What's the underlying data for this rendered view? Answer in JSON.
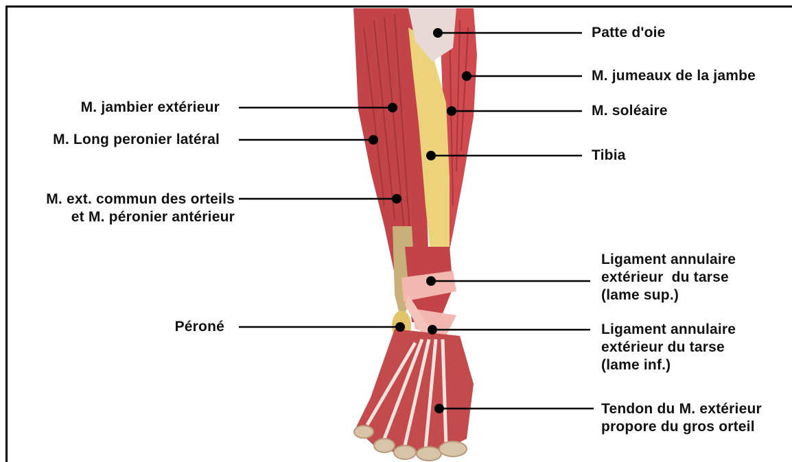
{
  "labels": {
    "patte_oie": "Patte d'oie",
    "jumeaux": "M. jumeaux de la jambe",
    "soleaire": "M. soléaire",
    "tibia": "Tibia",
    "jambier": "M. jambier extérieur",
    "long_peronier": "M. Long peronier latéral",
    "ext_commun_1": "M. ext. commun des orteils",
    "ext_commun_2": "et M. péronier antérieur",
    "lig_sup_1": "Ligament annulaire",
    "lig_sup_2": "extérieur  du tarse",
    "lig_sup_3": "(lame sup.)",
    "perone": "Péroné",
    "lig_inf_1": "Ligament annulaire",
    "lig_inf_2": "extérieur du tarse",
    "lig_inf_3": "(lame inf.)",
    "tendon_1": "Tendon du M. extérieur",
    "tendon_2": "propore du gros orteil"
  },
  "colors": {
    "muscle": "#c8454a",
    "muscle_dark": "#a52f36",
    "bone": "#ecd27a",
    "ligament": "#f2b8b0",
    "leader": "#000000"
  }
}
